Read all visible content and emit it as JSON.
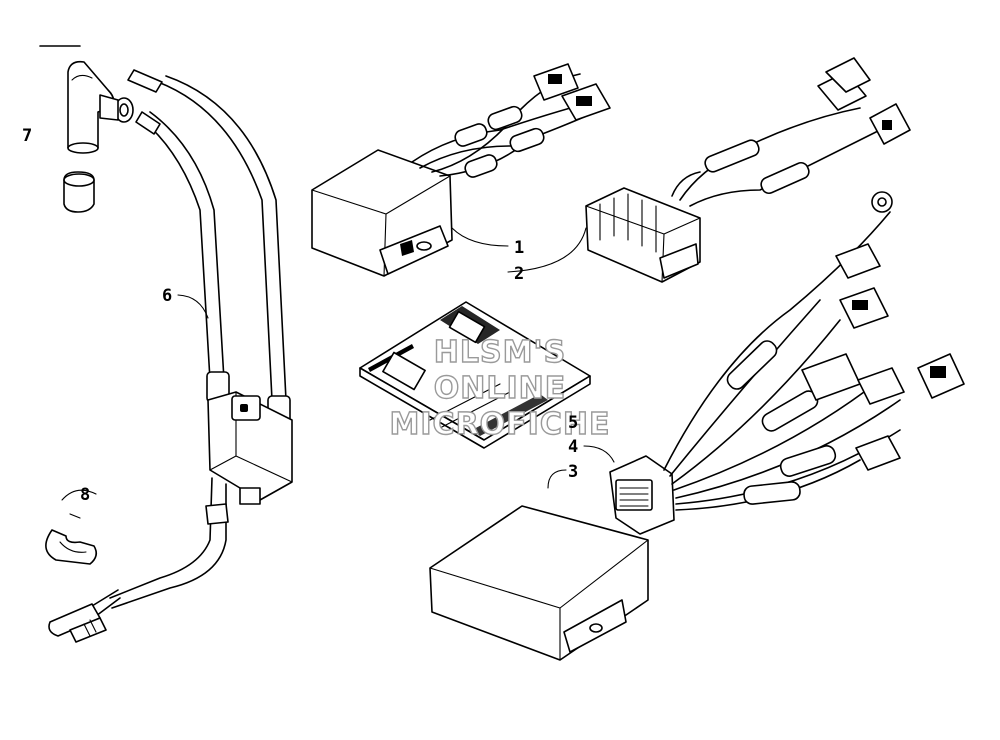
{
  "watermark": [
    "HLSM'S",
    "ONLINE",
    "MICROFICHE"
  ],
  "callouts": {
    "c1": "1",
    "c2": "2",
    "c3": "3",
    "c4": "4",
    "c5": "5",
    "c6": "6",
    "c7": "7",
    "c8": "8"
  }
}
